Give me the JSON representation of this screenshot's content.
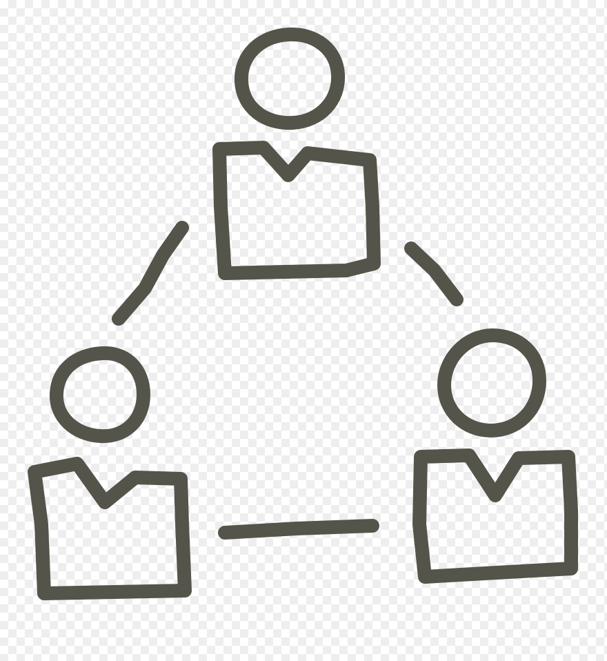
{
  "illustration": {
    "stroke_color": "#55544a",
    "background": "transparent-checkerboard",
    "people": [
      {
        "id": "top",
        "icon": "person-icon"
      },
      {
        "id": "left",
        "icon": "person-icon"
      },
      {
        "id": "right",
        "icon": "person-icon"
      }
    ],
    "connectors": [
      {
        "from": "top",
        "to": "left"
      },
      {
        "from": "top",
        "to": "right"
      },
      {
        "from": "left",
        "to": "right"
      }
    ]
  }
}
